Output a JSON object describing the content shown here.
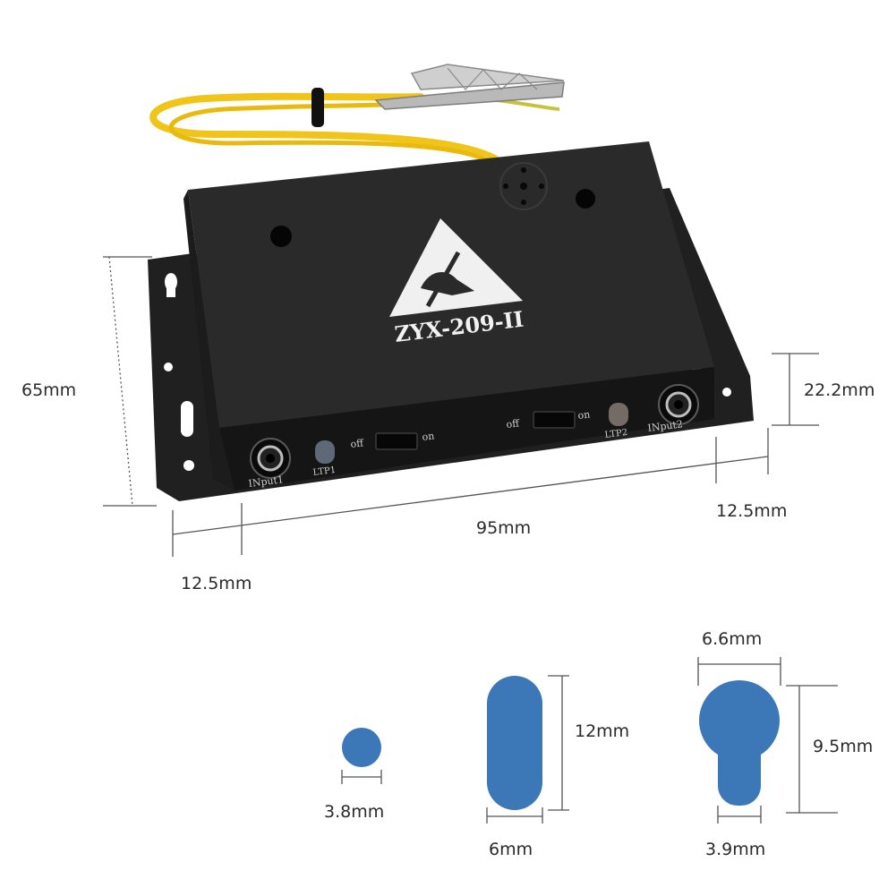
{
  "device": {
    "model": "ZYX-209-II",
    "port_left": "INput1",
    "port_right": "INput2",
    "led_left": "LTP1",
    "led_right": "LTP2",
    "switch_off": "off",
    "switch_on": "on"
  },
  "dimensions": {
    "height": "65mm",
    "width": "95mm",
    "edge_left": "12.5mm",
    "edge_right": "12.5mm",
    "depth": "22.2mm"
  },
  "holes": {
    "round": "3.8mm",
    "slot_height": "12mm",
    "slot_width": "6mm",
    "keyhole_top": "6.6mm",
    "keyhole_height": "9.5mm",
    "keyhole_bottom": "3.9mm"
  },
  "colors": {
    "body": "#1b1b1b",
    "hole_blue": "#3c78b8",
    "wire_yellow": "#f0c419"
  },
  "icons": {
    "esd_warning": "esd-warning-triangle-icon"
  }
}
